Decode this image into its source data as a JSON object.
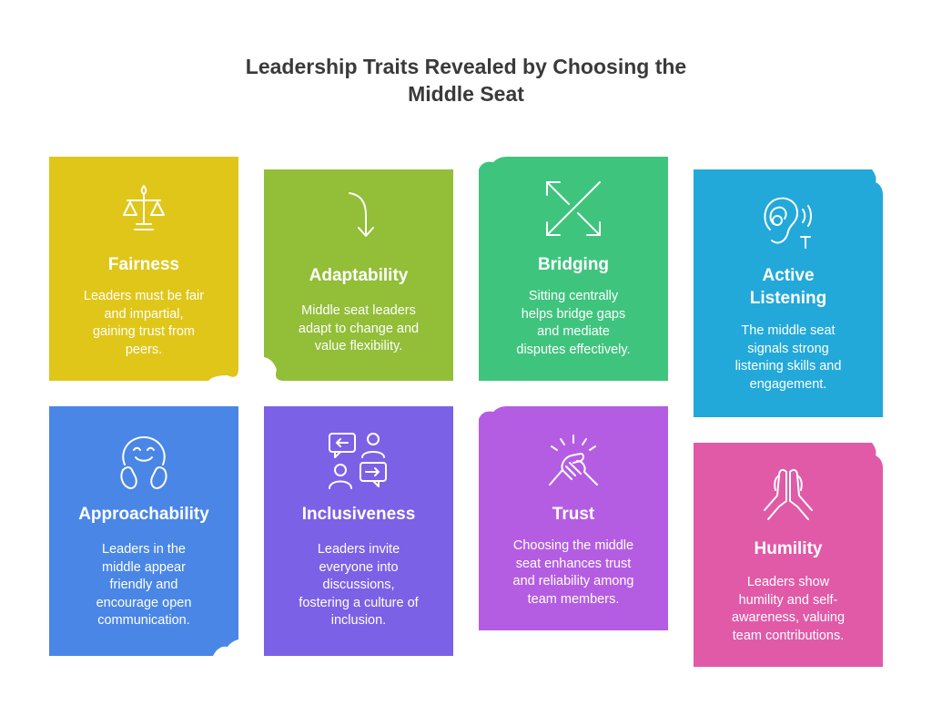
{
  "title_line1": "Leadership Traits Revealed by Choosing the",
  "title_line2": "Middle Seat",
  "colors": {
    "fairness": "#E0C619",
    "adaptability": "#92BE38",
    "bridging": "#3FC47E",
    "active_listening": "#22A9D9",
    "approachability": "#4A86E6",
    "inclusiveness": "#7B61E6",
    "trust": "#B45DE3",
    "humility": "#E05AA8"
  },
  "cards": {
    "fairness": {
      "icon": "scales-icon",
      "title": "Fairness",
      "desc": [
        "Leaders must be fair",
        "and impartial,",
        "gaining trust from",
        "peers."
      ]
    },
    "adaptability": {
      "icon": "curved-arrow-down-icon",
      "title": "Adaptability",
      "desc": [
        "Middle seat leaders",
        "adapt to change and",
        "value flexibility."
      ]
    },
    "bridging": {
      "icon": "diagonal-arrows-icon",
      "title": "Bridging",
      "desc": [
        "Sitting centrally",
        "helps bridge gaps",
        "and mediate",
        "disputes effectively."
      ]
    },
    "active_listening": {
      "icon": "ear-icon",
      "title_lines": [
        "Active",
        "Listening"
      ],
      "desc": [
        "The middle seat",
        "signals strong",
        "listening skills and",
        "engagement."
      ]
    },
    "approachability": {
      "icon": "smiley-hands-icon",
      "title": "Approachability",
      "desc": [
        "Leaders in the",
        "middle appear",
        "friendly and",
        "encourage open",
        "communication."
      ]
    },
    "inclusiveness": {
      "icon": "people-chat-icon",
      "title": "Inclusiveness",
      "desc": [
        "Leaders invite",
        "everyone into",
        "discussions,",
        "fostering a culture of",
        "inclusion."
      ]
    },
    "trust": {
      "icon": "handshake-icon",
      "title": "Trust",
      "desc": [
        "Choosing the middle",
        "seat enhances trust",
        "and reliability among",
        "team members."
      ]
    },
    "humility": {
      "icon": "praying-hands-icon",
      "title": "Humility",
      "desc": [
        "Leaders show",
        "humility and self-",
        "awareness, valuing",
        "team contributions."
      ]
    }
  }
}
